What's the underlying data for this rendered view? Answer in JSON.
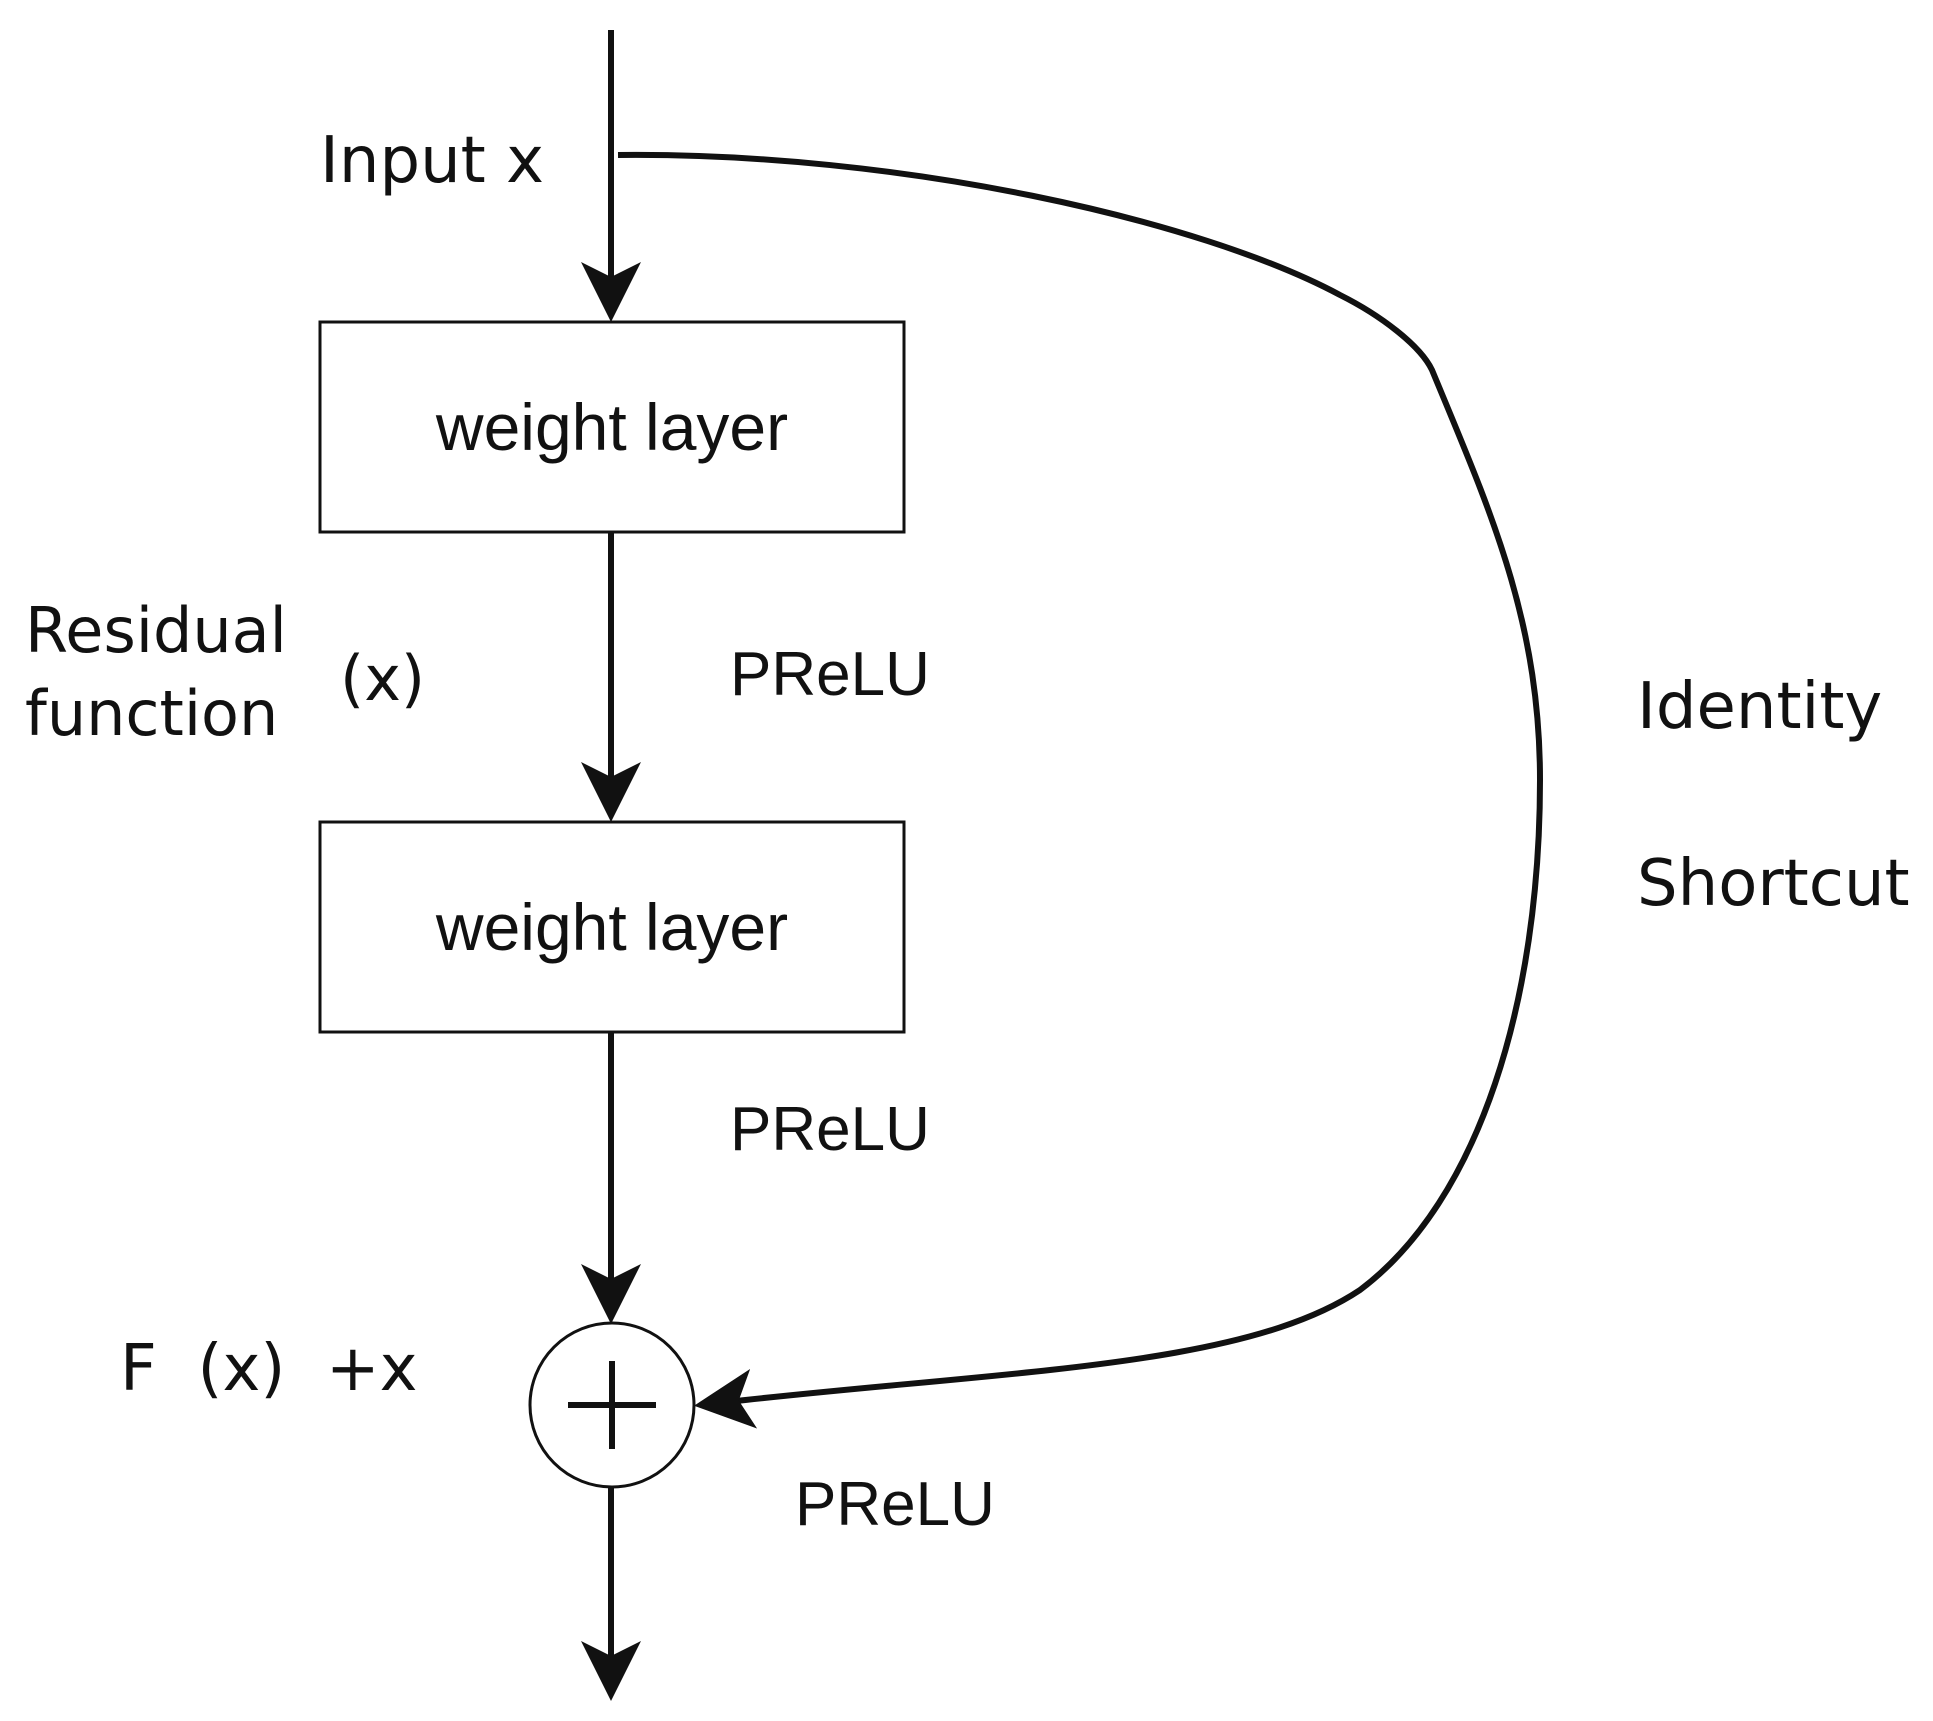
{
  "labels": {
    "input": "Input x",
    "residual_line1": "Residual",
    "residual_line2": "function",
    "residual_x": "(x)",
    "identity": "Identity",
    "shortcut": "Shortcut",
    "sum": "F  (x)  +x"
  },
  "blocks": [
    {
      "label": "weight layer"
    },
    {
      "label": "weight layer"
    }
  ],
  "activations": [
    {
      "label": "PReLU"
    },
    {
      "label": "PReLU"
    },
    {
      "label": "PReLU"
    }
  ],
  "operator": {
    "symbol": "+"
  },
  "colors": {
    "stroke": "#111111",
    "background": "#ffffff"
  }
}
